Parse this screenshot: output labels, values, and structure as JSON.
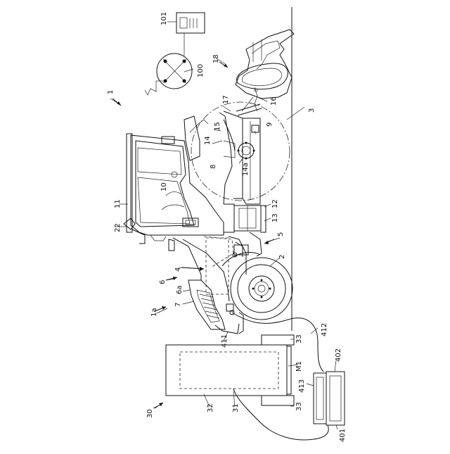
{
  "figure": {
    "refs": {
      "r101": "101",
      "r100": "100",
      "r18": "18",
      "r1": "1",
      "r17": "17",
      "r16": "16",
      "r3": "3",
      "r15": "15",
      "r14": "14",
      "r9": "9",
      "r8": "8",
      "r14a": "14a",
      "r10": "10",
      "r11": "11",
      "r12": "12",
      "r13": "13",
      "r5": "5",
      "r22": "22",
      "r2": "2",
      "r4": "4",
      "r6": "6",
      "r6a": "6a",
      "r7": "7",
      "r1a": "1a",
      "r412": "412",
      "r411": "411",
      "r33a": "33",
      "r402": "402",
      "rM1": "M1",
      "r413": "413",
      "r33b": "33",
      "r30": "30",
      "r32": "32",
      "r31": "31",
      "r401": "401"
    }
  }
}
